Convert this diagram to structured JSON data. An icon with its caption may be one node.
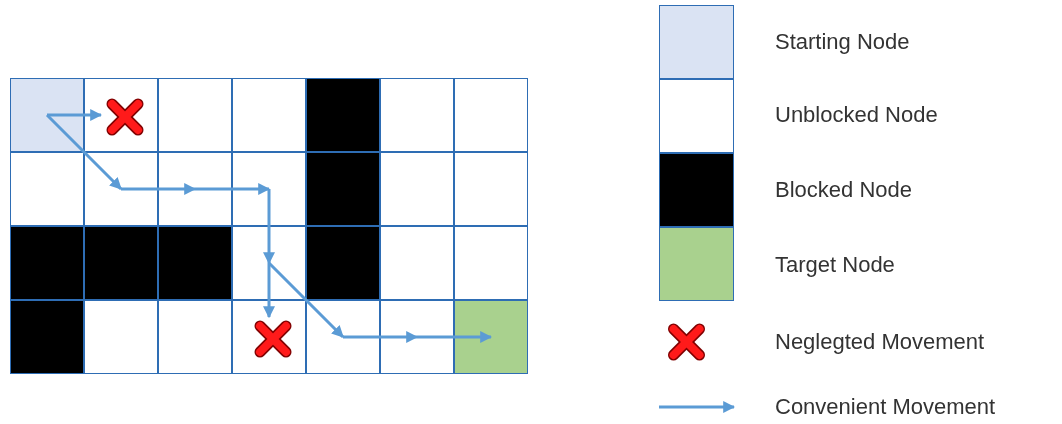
{
  "diagram": {
    "nodes": [
      {
        "text": [],
        "shape": "box"
      },
      {
        "text": [],
        "shape": "box"
      },
      {
        "text": [],
        "shape": "box"
      },
      {
        "text": [],
        "shape": "box"
      },
      {
        "text": [],
        "shape": "box"
      },
      {
        "text": [],
        "shape": "box"
      },
      {
        "text": [],
        "shape": "box"
      },
      {
        "text": [],
        "shape": "box"
      },
      {
        "text": [],
        "shape": "box"
      },
      {
        "text": [],
        "shape": "box"
      },
      {
        "text": [],
        "shape": "box"
      },
      {
        "text": [],
        "shape": "box"
      },
      {
        "text": [],
        "shape": "box"
      },
      {
        "text": [],
        "shape": "box"
      },
      {
        "text": [],
        "shape": "box"
      },
      {
        "text": [],
        "shape": "box"
      },
      {
        "text": [],
        "shape": "box"
      },
      {
        "text": [],
        "shape": "box"
      },
      {
        "text": [],
        "shape": "box"
      },
      {
        "text": [],
        "shape": "box"
      },
      {
        "text": [],
        "shape": "box"
      },
      {
        "text": [],
        "shape": "box"
      },
      {
        "text": [],
        "shape": "box"
      },
      {
        "text": [],
        "shape": "box"
      },
      {
        "text": [],
        "shape": "box"
      },
      {
        "text": [],
        "shape": "box"
      },
      {
        "text": [],
        "shape": "box"
      },
      {
        "text": [],
        "shape": "box"
      }
    ],
    "edges": [
      {
        "from": 0,
        "to": 1,
        "arrow": "to"
      },
      {
        "from": 0,
        "to": 8,
        "arrow": "to"
      },
      {
        "from": 8,
        "to": 9,
        "arrow": "to"
      },
      {
        "from": 9,
        "to": 10,
        "arrow": "to"
      },
      {
        "from": 10,
        "to": 17,
        "arrow": "to"
      },
      {
        "from": 17,
        "to": 24,
        "arrow": "to"
      },
      {
        "from": 17,
        "to": 25,
        "arrow": "to"
      },
      {
        "from": 25,
        "to": 26,
        "arrow": "to"
      },
      {
        "from": 26,
        "to": 27,
        "arrow": "to"
      }
    ],
    "legend": [
      {
        "text": "Starting Node",
        "color": "#dae3f3"
      },
      {
        "text": "Unblocked Node",
        "color": "#ffffff"
      },
      {
        "text": "Blocked Node",
        "color": "#000000"
      },
      {
        "text": "Target Node",
        "color": "#a9d18e"
      },
      {
        "text": "Neglegted Movement"
      },
      {
        "text": "Convenient Movement"
      }
    ]
  }
}
